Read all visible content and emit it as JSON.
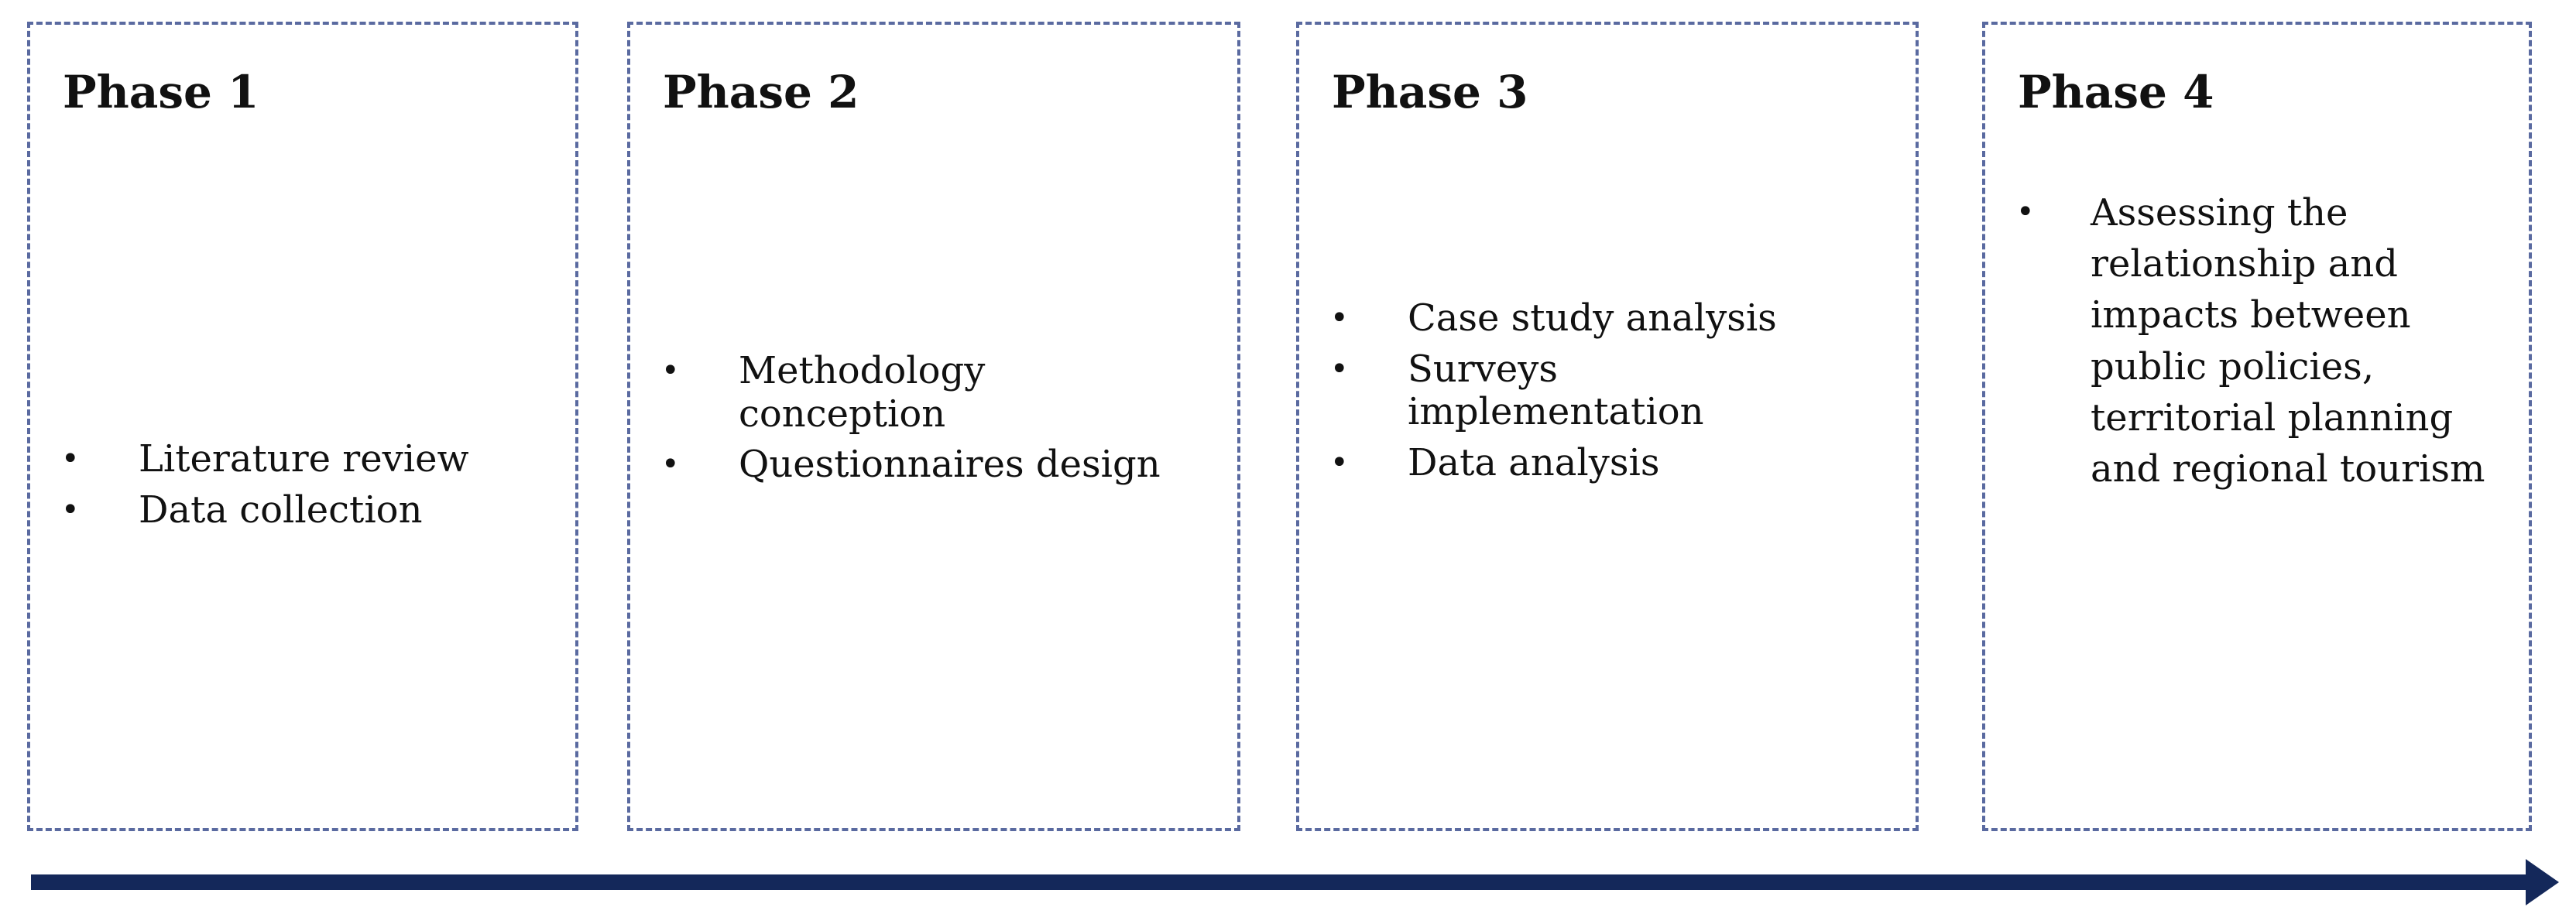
{
  "phases": [
    {
      "title": "Phase 1",
      "items": [
        "Literature review",
        "Data collection"
      ]
    },
    {
      "title": "Phase 2",
      "items": [
        "Methodology conception",
        "Questionnaires design"
      ]
    },
    {
      "title": "Phase 3",
      "items": [
        "Case study analysis",
        "Surveys implementation",
        "Data analysis"
      ]
    },
    {
      "title": "Phase 4",
      "items": [
        "Assessing the relationship and impacts between public policies, territorial planning and regional tourism"
      ]
    }
  ],
  "bullet_symbol": "•",
  "colors": {
    "border": "#5a6aa0",
    "arrow": "#14285a",
    "text": "#111111"
  }
}
